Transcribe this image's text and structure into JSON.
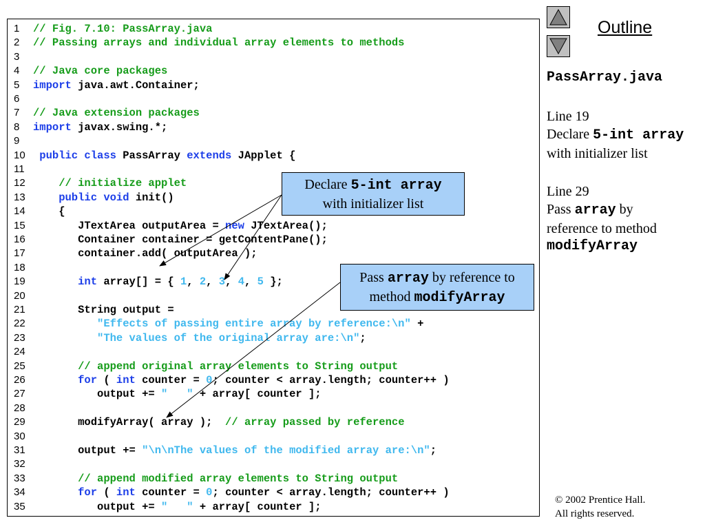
{
  "code_lines": [
    {
      "n": "1",
      "parts": [
        {
          "t": "// Fig. 7.10: PassArray.java",
          "c": "t-c"
        }
      ]
    },
    {
      "n": "2",
      "parts": [
        {
          "t": "// Passing arrays and individual array elements to methods",
          "c": "t-c"
        }
      ]
    },
    {
      "n": "3",
      "parts": []
    },
    {
      "n": "4",
      "parts": [
        {
          "t": "// Java core packages",
          "c": "t-c"
        }
      ]
    },
    {
      "n": "5",
      "parts": [
        {
          "t": "import",
          "c": "t-k"
        },
        {
          "t": " java.awt.Container;",
          "c": ""
        }
      ]
    },
    {
      "n": "6",
      "parts": []
    },
    {
      "n": "7",
      "parts": [
        {
          "t": "// Java extension packages",
          "c": "t-c"
        }
      ]
    },
    {
      "n": "8",
      "parts": [
        {
          "t": "import",
          "c": "t-k"
        },
        {
          "t": " javax.swing.*;",
          "c": ""
        }
      ]
    },
    {
      "n": "9",
      "parts": []
    },
    {
      "n": "10",
      "parts": [
        {
          "t": " public class",
          "c": "t-k"
        },
        {
          "t": " PassArray ",
          "c": ""
        },
        {
          "t": "extends",
          "c": "t-k"
        },
        {
          "t": " JApplet {",
          "c": ""
        }
      ]
    },
    {
      "n": "11",
      "parts": []
    },
    {
      "n": "12",
      "parts": [
        {
          "t": "    // initialize applet",
          "c": "t-c"
        }
      ]
    },
    {
      "n": "13",
      "parts": [
        {
          "t": "    public void",
          "c": "t-k"
        },
        {
          "t": " init()",
          "c": ""
        }
      ]
    },
    {
      "n": "14",
      "parts": [
        {
          "t": "    {",
          "c": ""
        }
      ]
    },
    {
      "n": "15",
      "parts": [
        {
          "t": "       JTextArea outputArea = ",
          "c": ""
        },
        {
          "t": "new",
          "c": "t-k"
        },
        {
          "t": " JTextArea();",
          "c": ""
        }
      ]
    },
    {
      "n": "16",
      "parts": [
        {
          "t": "       Container container = getContentPane();",
          "c": ""
        }
      ]
    },
    {
      "n": "17",
      "parts": [
        {
          "t": "       container.add( outputArea );",
          "c": ""
        }
      ]
    },
    {
      "n": "18",
      "parts": []
    },
    {
      "n": "19",
      "parts": [
        {
          "t": "       int",
          "c": "t-k"
        },
        {
          "t": " array[] = { ",
          "c": ""
        },
        {
          "t": "1",
          "c": "t-n"
        },
        {
          "t": ", ",
          "c": ""
        },
        {
          "t": "2",
          "c": "t-n"
        },
        {
          "t": ", ",
          "c": ""
        },
        {
          "t": "3",
          "c": "t-n"
        },
        {
          "t": ", ",
          "c": ""
        },
        {
          "t": "4",
          "c": "t-n"
        },
        {
          "t": ", ",
          "c": ""
        },
        {
          "t": "5",
          "c": "t-n"
        },
        {
          "t": " };",
          "c": ""
        }
      ]
    },
    {
      "n": "20",
      "parts": []
    },
    {
      "n": "21",
      "parts": [
        {
          "t": "       String output =",
          "c": ""
        }
      ]
    },
    {
      "n": "22",
      "parts": [
        {
          "t": "          ",
          "c": ""
        },
        {
          "t": "\"Effects of passing entire array by reference:\\n\"",
          "c": "t-s"
        },
        {
          "t": " +",
          "c": ""
        }
      ]
    },
    {
      "n": "23",
      "parts": [
        {
          "t": "          ",
          "c": ""
        },
        {
          "t": "\"The values of the original array are:\\n\"",
          "c": "t-s"
        },
        {
          "t": ";",
          "c": ""
        }
      ]
    },
    {
      "n": "24",
      "parts": []
    },
    {
      "n": "25",
      "parts": [
        {
          "t": "       // append original array elements to String output",
          "c": "t-c"
        }
      ]
    },
    {
      "n": "26",
      "parts": [
        {
          "t": "       for",
          "c": "t-k"
        },
        {
          "t": " ( ",
          "c": ""
        },
        {
          "t": "int",
          "c": "t-k"
        },
        {
          "t": " counter = ",
          "c": ""
        },
        {
          "t": "0",
          "c": "t-n"
        },
        {
          "t": "; counter < array.length; counter++ )",
          "c": ""
        }
      ]
    },
    {
      "n": "27",
      "parts": [
        {
          "t": "          output += ",
          "c": ""
        },
        {
          "t": "\"   \"",
          "c": "t-s"
        },
        {
          "t": " + array[ counter ];",
          "c": ""
        }
      ]
    },
    {
      "n": "28",
      "parts": []
    },
    {
      "n": "29",
      "parts": [
        {
          "t": "       modifyArray( array );  ",
          "c": ""
        },
        {
          "t": "// array passed by reference",
          "c": "t-c"
        }
      ]
    },
    {
      "n": "30",
      "parts": []
    },
    {
      "n": "31",
      "parts": [
        {
          "t": "       output += ",
          "c": ""
        },
        {
          "t": "\"\\n\\nThe values of the modified array are:\\n\"",
          "c": "t-s"
        },
        {
          "t": ";",
          "c": ""
        }
      ]
    },
    {
      "n": "32",
      "parts": []
    },
    {
      "n": "33",
      "parts": [
        {
          "t": "       // append modified array elements to String output",
          "c": "t-c"
        }
      ]
    },
    {
      "n": "34",
      "parts": [
        {
          "t": "       for",
          "c": "t-k"
        },
        {
          "t": " ( ",
          "c": ""
        },
        {
          "t": "int",
          "c": "t-k"
        },
        {
          "t": " counter = ",
          "c": ""
        },
        {
          "t": "0",
          "c": "t-n"
        },
        {
          "t": "; counter < array.length; counter++ )",
          "c": ""
        }
      ]
    },
    {
      "n": "35",
      "parts": [
        {
          "t": "          output += ",
          "c": ""
        },
        {
          "t": "\"   \"",
          "c": "t-s"
        },
        {
          "t": " + array[ counter ];",
          "c": ""
        }
      ]
    }
  ],
  "sidebar": {
    "outline_title": "Outline",
    "file_name": "PassArray.java",
    "note1_line": "Line 19",
    "note1_a": "Declare ",
    "note1_b": "5-int array",
    "note1_c": "with initializer list",
    "note2_line": "Line 29",
    "note2_a": "Pass ",
    "note2_b": "array",
    "note2_c": " by",
    "note2_d": "reference to method",
    "note2_e": "modifyArray"
  },
  "callouts": {
    "c1_a": "Declare ",
    "c1_b": "5-int array",
    "c1_c": "with initializer list",
    "c2_a": "Pass ",
    "c2_b": "array",
    "c2_c": " by reference to",
    "c2_d": "method ",
    "c2_e": "modifyArray"
  },
  "footer": {
    "line1": "© 2002 Prentice Hall.",
    "line2": "All rights reserved."
  },
  "colors": {
    "comment": "#169c1a",
    "keyword": "#1c3ee8",
    "string": "#40b8ee",
    "callout_bg": "#a8d0f8"
  },
  "icons": {
    "up": "triangle-up-icon",
    "down": "triangle-down-icon"
  }
}
